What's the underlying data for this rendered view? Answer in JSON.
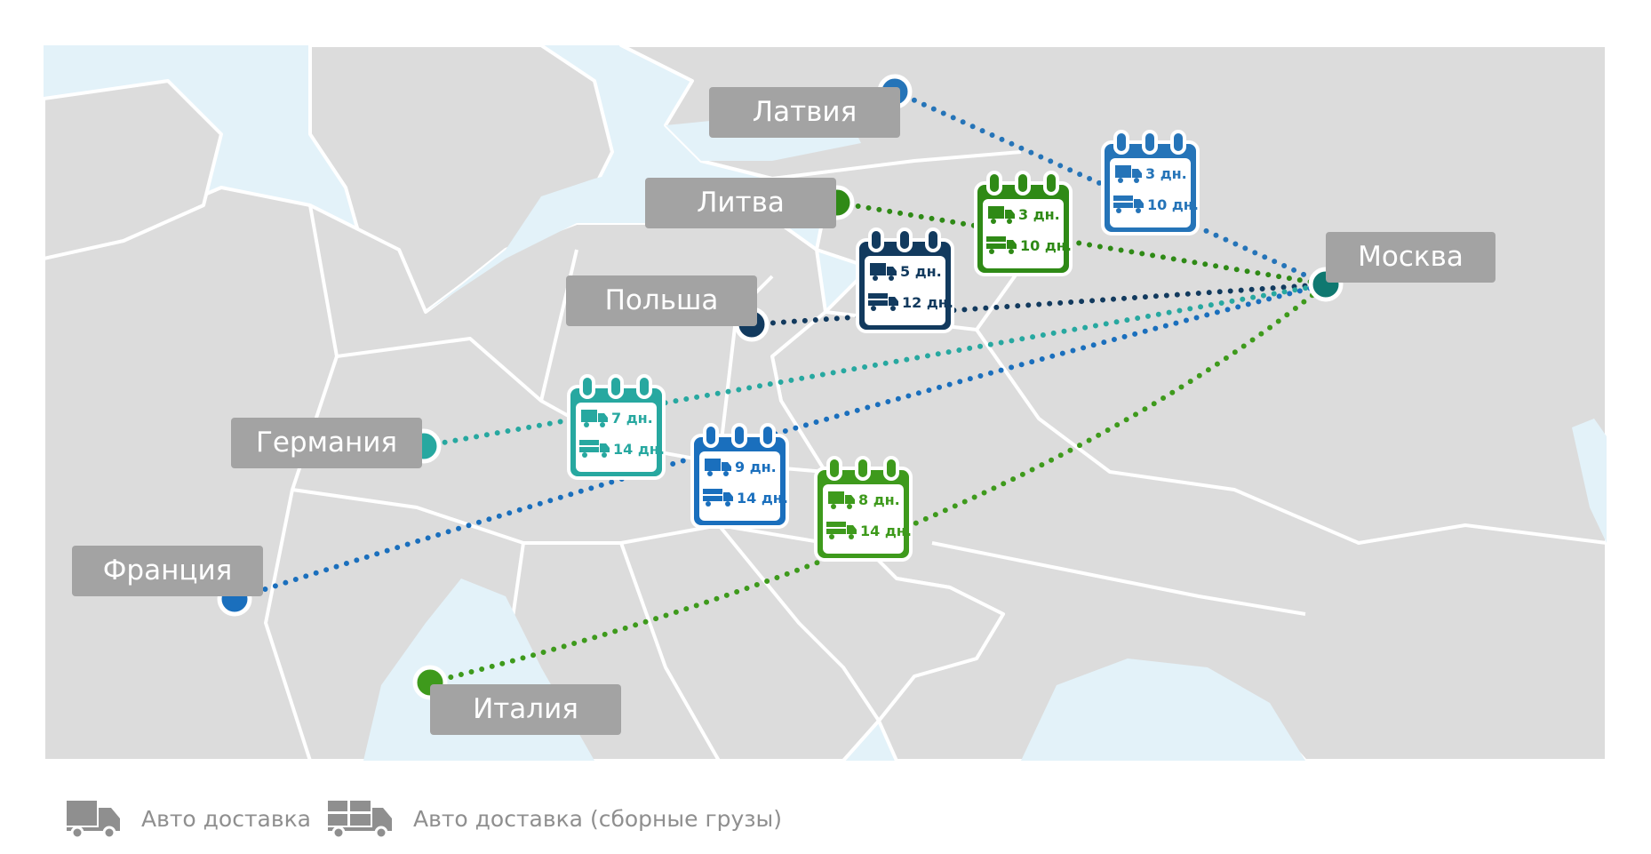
{
  "cities": {
    "latvia": {
      "name": "Латвия",
      "color": "#2574b8"
    },
    "lithuania": {
      "name": "Литва",
      "color": "#2f8a16"
    },
    "poland": {
      "name": "Польша",
      "color": "#123a5e"
    },
    "germany": {
      "name": "Германия",
      "color": "#27a8a0"
    },
    "france": {
      "name": "Франция",
      "color": "#1a6fbd"
    },
    "italy": {
      "name": "Италия",
      "color": "#3e9a1c"
    },
    "moscow": {
      "name": "Москва",
      "color": "#0f7870"
    }
  },
  "routes": [
    {
      "from": "Латвия",
      "to": "Москва",
      "auto": "3 дн.",
      "groupage": "10 дн.",
      "color": "#2574b8"
    },
    {
      "from": "Литва",
      "to": "Москва",
      "auto": "3 дн.",
      "groupage": "10 дн.",
      "color": "#2f8a16"
    },
    {
      "from": "Польша",
      "to": "Москва",
      "auto": "5 дн.",
      "groupage": "12 дн.",
      "color": "#123a5e"
    },
    {
      "from": "Германия",
      "to": "Москва",
      "auto": "7 дн.",
      "groupage": "14 дн.",
      "color": "#27a8a0"
    },
    {
      "from": "Франция",
      "to": "Москва",
      "auto": "9 дн.",
      "groupage": "14 дн.",
      "color": "#1a6fbd"
    },
    {
      "from": "Италия",
      "to": "Москва",
      "auto": "8 дн.",
      "groupage": "14 дн.",
      "color": "#3e9a1c"
    }
  ],
  "legend": {
    "auto_label": "Авто доставка",
    "auto_icon": "truck-icon",
    "groupage_label": "Авто доставка (сборные грузы)",
    "groupage_icon": "groupage-truck-icon"
  },
  "colors": {
    "sea": "#e3f2f9",
    "land": "#dcdcdc",
    "border": "#ffffff",
    "label_bg": "#a3a3a3"
  }
}
